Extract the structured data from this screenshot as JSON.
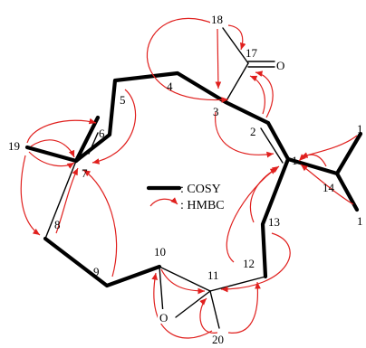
{
  "atom_labels": {
    "c1": "1",
    "c2": "2",
    "c3": "3",
    "c4": "4",
    "c5": "5",
    "c6": "6",
    "c7": "7",
    "c8": "8",
    "c9": "9",
    "c10": "10",
    "c11": "11",
    "c12": "12",
    "c13": "13",
    "c14": "14",
    "c15": "1",
    "c16": "1",
    "c17": "17",
    "c18": "18",
    "c19": "19",
    "c20": "20",
    "oxygen_ketone": "O",
    "oxygen_epoxide": "O"
  },
  "legend": {
    "cosy": ": COSY",
    "hmbc": ": HMBC"
  },
  "colors": {
    "bond": "#000000",
    "hmbc_arrow": "#e0201e",
    "background": "#ffffff"
  }
}
